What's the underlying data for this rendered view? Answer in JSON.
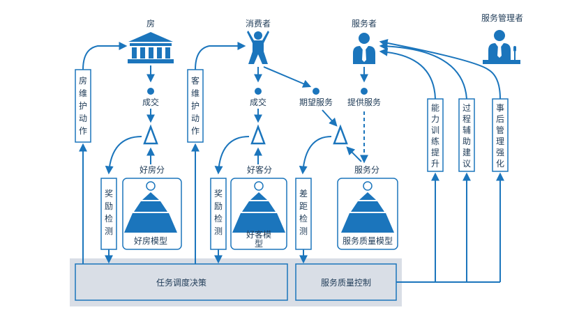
{
  "colors": {
    "primary": "#1b75bc",
    "panel": "#d9dee6",
    "box_stroke": "#1b75bc",
    "text": "#1f3b57"
  },
  "actors": {
    "house": "房",
    "consumer": "消费者",
    "server": "服务者",
    "manager": "服务管理者"
  },
  "labels": {
    "deal1": "成交",
    "deal2": "成交",
    "expected": "期望服务",
    "provided": "提供服务",
    "good_house_score": "好房分",
    "good_guest_score": "好客分",
    "service_score": "服务分"
  },
  "vertical_boxes": {
    "house_maint": [
      "房",
      "维",
      "护",
      "动",
      "作"
    ],
    "guest_maint": [
      "客",
      "维",
      "护",
      "动",
      "作"
    ],
    "reward1": [
      "奖",
      "励",
      "检",
      "测"
    ],
    "reward2": [
      "奖",
      "励",
      "检",
      "测"
    ],
    "gap": [
      "差",
      "距",
      "检",
      "测"
    ],
    "ability": [
      "能",
      "力",
      "训",
      "练",
      "提",
      "升"
    ],
    "process": [
      "过",
      "程",
      "辅",
      "助",
      "建",
      "议"
    ],
    "after": [
      "事",
      "后",
      "管",
      "理",
      "强",
      "化"
    ]
  },
  "models": {
    "house": "好房模型",
    "guest_line1": "好客模",
    "guest_line2": "型",
    "service": "服务质量模型"
  },
  "bottom": {
    "dispatch": "任务调度决策",
    "quality": "服务质量控制"
  },
  "icons": {
    "house": "bank-icon",
    "consumer": "cheering-person-icon",
    "server": "businessman-icon",
    "manager": "speaker-at-podium-icon"
  }
}
